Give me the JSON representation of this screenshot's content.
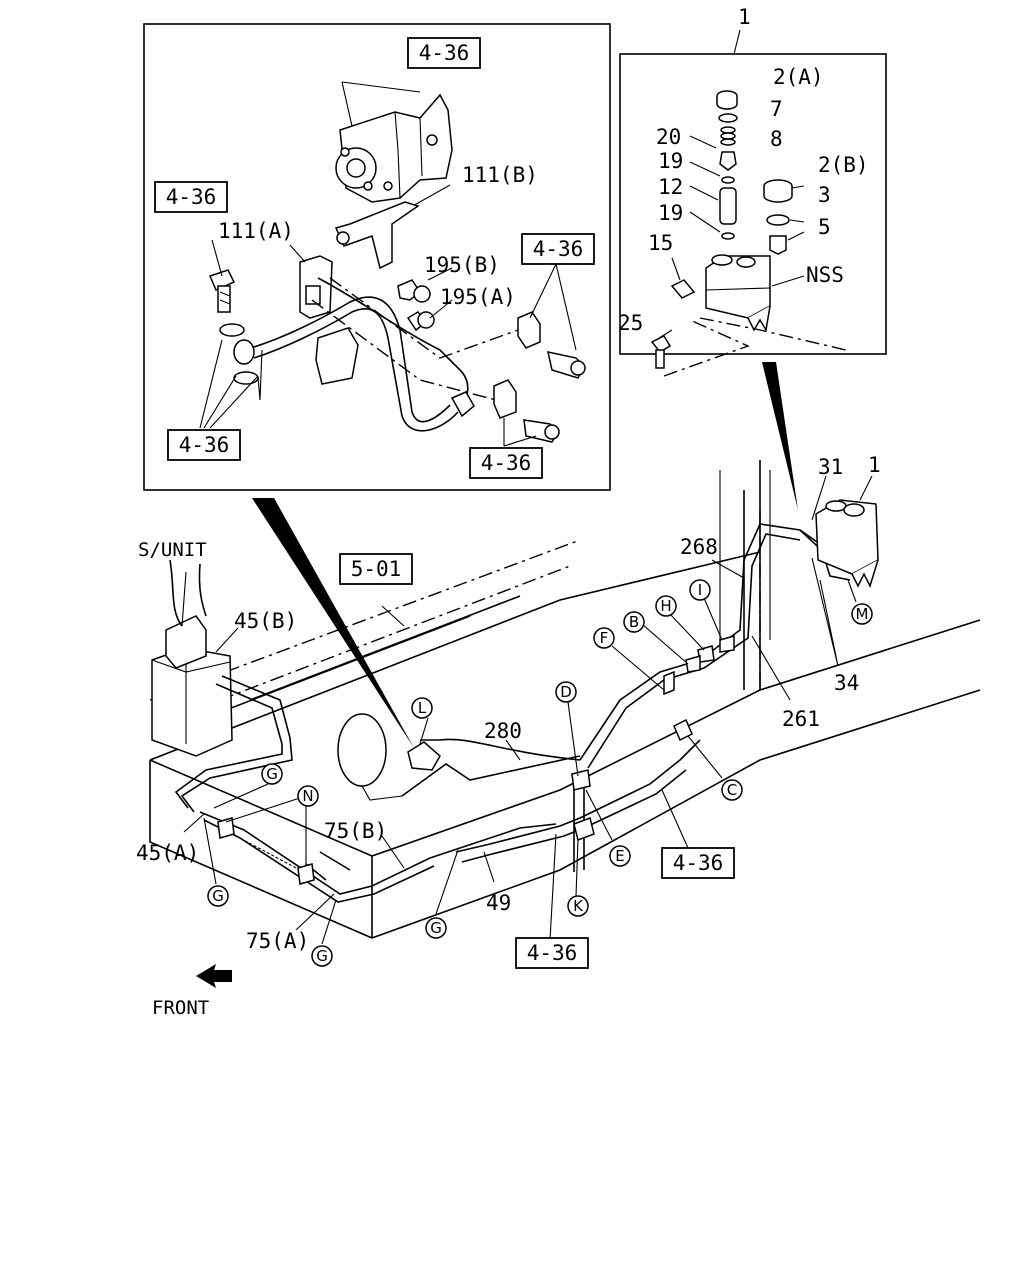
{
  "labels": {
    "item_1_top": "1",
    "item_2a": "2(A)",
    "item_7": "7",
    "item_20": "20",
    "item_8": "8",
    "item_19_a": "19",
    "item_2b": "2(B)",
    "item_12": "12",
    "item_3": "3",
    "item_19_b": "19",
    "item_5": "5",
    "item_15": "15",
    "item_nss": "NSS",
    "item_25": "25",
    "item_111b": "111(B)",
    "item_111a": "111(A)",
    "item_195b": "195(B)",
    "item_195a": "195(A)",
    "item_31": "31",
    "item_1_main": "1",
    "item_268": "268",
    "item_sunit": "S/UNIT",
    "item_45b": "45(B)",
    "item_34": "34",
    "item_261": "261",
    "item_280": "280",
    "item_45a": "45(A)",
    "item_75b": "75(B)",
    "item_49": "49",
    "item_75a": "75(A)",
    "front": "FRONT"
  },
  "refs": {
    "ref_a": "4-36",
    "ref_b": "4-36",
    "ref_c": "4-36",
    "ref_d": "4-36",
    "ref_e": "4-36",
    "ref_f": "5-01",
    "ref_g": "4-36",
    "ref_h": "4-36"
  },
  "callouts": {
    "g1": "G",
    "g2": "G",
    "g3": "G",
    "g4": "G",
    "n": "N",
    "l": "L",
    "d": "D",
    "f": "F",
    "b": "B",
    "h": "H",
    "i": "I",
    "m": "M",
    "c": "C",
    "e": "E",
    "k": "K"
  }
}
